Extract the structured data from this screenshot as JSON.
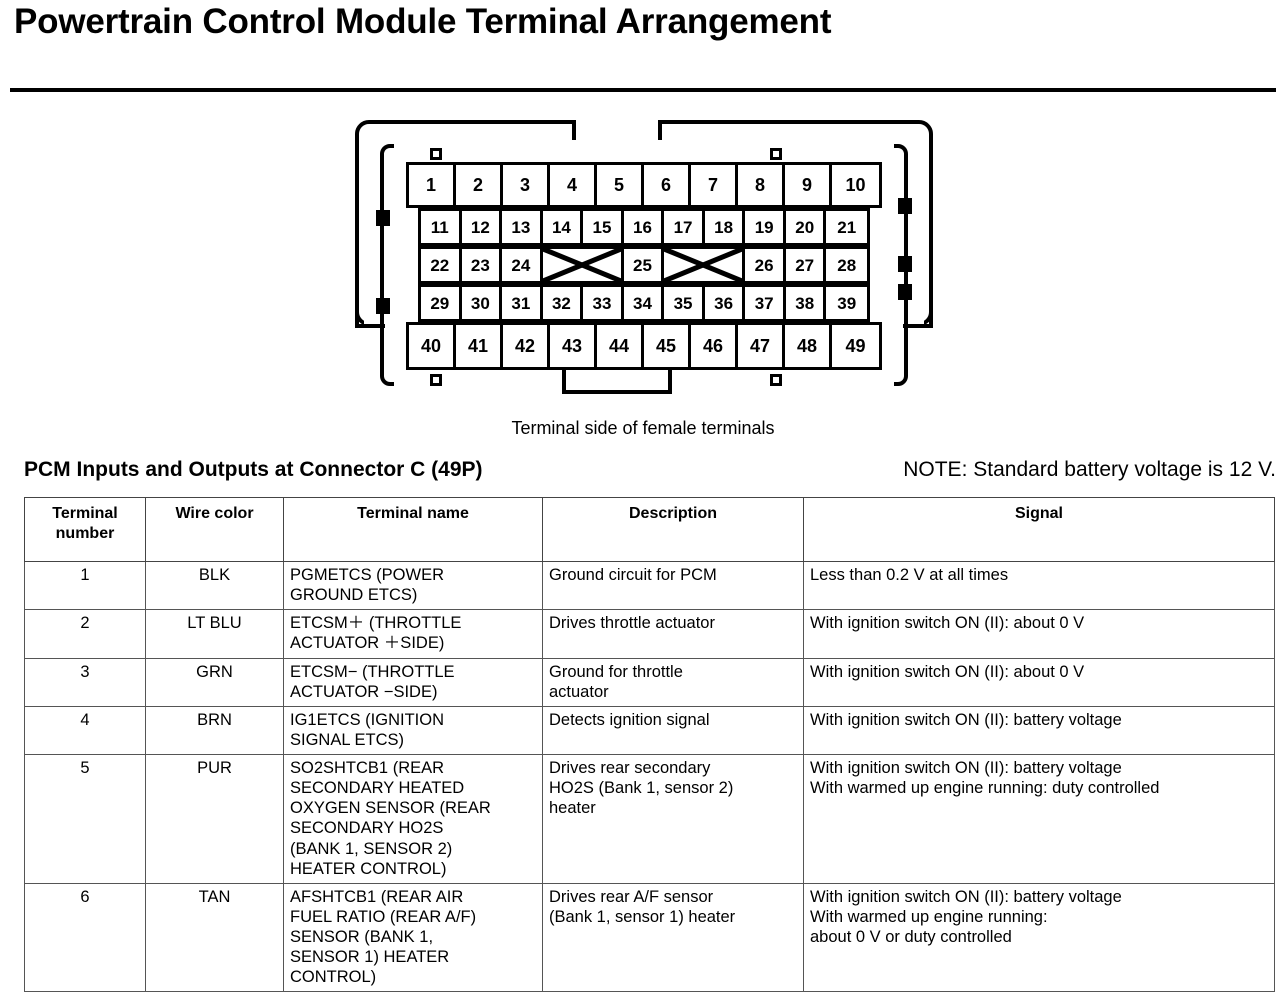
{
  "page": {
    "title": "Powertrain Control Module Terminal Arrangement"
  },
  "diagram": {
    "caption": "Terminal side of female terminals",
    "rows": [
      {
        "name": "row-1",
        "pins": [
          "1",
          "2",
          "3",
          "4",
          "5",
          "6",
          "7",
          "8",
          "9",
          "10"
        ]
      },
      {
        "name": "row-2",
        "pins": [
          "11",
          "12",
          "13",
          "14",
          "15",
          "16",
          "17",
          "18",
          "19",
          "20",
          "21"
        ]
      },
      {
        "name": "row-3",
        "pins": [
          "22",
          "23",
          "24",
          "",
          "25",
          "",
          "26",
          "27",
          "28"
        ]
      },
      {
        "name": "row-4",
        "pins": [
          "29",
          "30",
          "31",
          "32",
          "33",
          "34",
          "35",
          "36",
          "37",
          "38",
          "39"
        ]
      },
      {
        "name": "row-5",
        "pins": [
          "40",
          "41",
          "42",
          "43",
          "44",
          "45",
          "46",
          "47",
          "48",
          "49"
        ]
      }
    ]
  },
  "section": {
    "heading": "PCM Inputs and Outputs at Connector C (49P)",
    "note": "NOTE: Standard battery voltage is 12 V."
  },
  "table": {
    "headers": [
      "Terminal\nnumber",
      "Wire color",
      "Terminal name",
      "Description",
      "Signal"
    ],
    "rows": [
      {
        "terminal_number": "1",
        "wire_color": "BLK",
        "terminal_name": "PGMETCS (POWER\nGROUND ETCS)",
        "description": "Ground circuit for PCM",
        "signal": "Less than 0.2 V at all times"
      },
      {
        "terminal_number": "2",
        "wire_color": "LT BLU",
        "terminal_name": "ETCSM＋ (THROTTLE\nACTUATOR ＋SIDE)",
        "description": "Drives throttle actuator",
        "signal": "With ignition switch ON (II): about 0 V"
      },
      {
        "terminal_number": "3",
        "wire_color": "GRN",
        "terminal_name": "ETCSM− (THROTTLE\nACTUATOR −SIDE)",
        "description": "Ground for throttle\nactuator",
        "signal": "With ignition switch ON (II): about 0 V"
      },
      {
        "terminal_number": "4",
        "wire_color": "BRN",
        "terminal_name": "IG1ETCS (IGNITION\nSIGNAL ETCS)",
        "description": "Detects ignition signal",
        "signal": "With ignition switch ON (II): battery voltage"
      },
      {
        "terminal_number": "5",
        "wire_color": "PUR",
        "terminal_name": "SO2SHTCB1 (REAR\nSECONDARY HEATED\nOXYGEN SENSOR (REAR\nSECONDARY HO2S\n(BANK 1, SENSOR 2)\nHEATER CONTROL)",
        "description": "Drives rear secondary\nHO2S (Bank 1, sensor 2)\nheater",
        "signal": "With ignition switch ON (II): battery voltage\nWith warmed up engine running: duty controlled"
      },
      {
        "terminal_number": "6",
        "wire_color": "TAN",
        "terminal_name": "AFSHTCB1 (REAR AIR\nFUEL RATIO (REAR A/F)\nSENSOR (BANK 1,\nSENSOR 1) HEATER\nCONTROL)",
        "description": "Drives rear A/F sensor\n(Bank 1, sensor 1) heater",
        "signal": "With ignition switch ON (II): battery voltage\nWith warmed up engine running:\nabout 0 V or duty controlled"
      }
    ]
  }
}
